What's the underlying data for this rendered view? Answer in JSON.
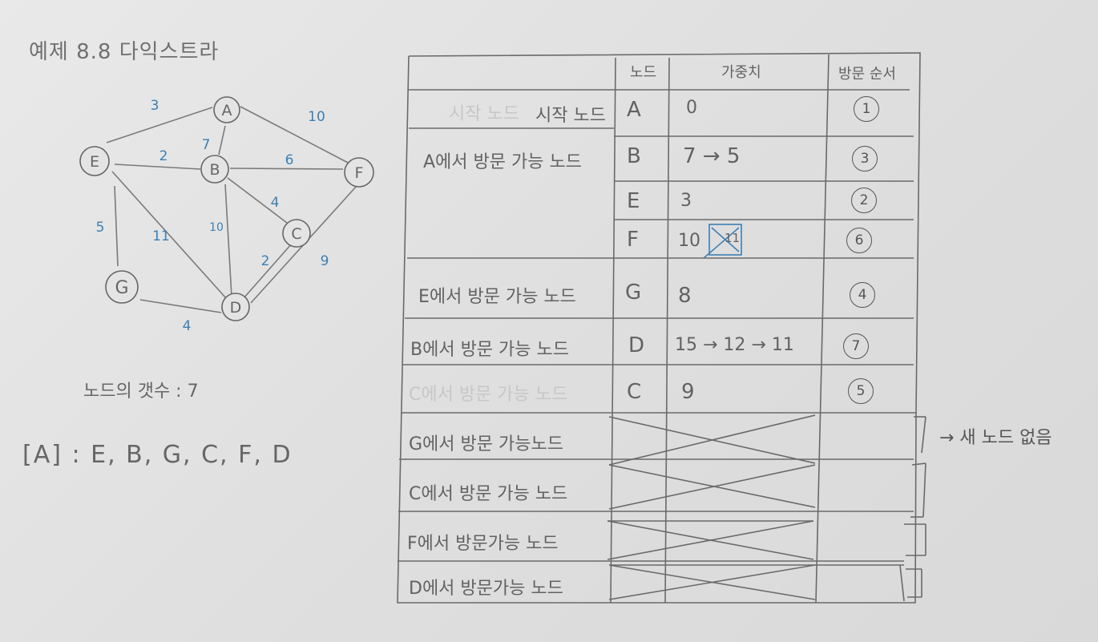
{
  "title": "예제 8.8 다익스트라",
  "graph": {
    "nodes": [
      {
        "id": "A",
        "label": "A"
      },
      {
        "id": "B",
        "label": "B"
      },
      {
        "id": "C",
        "label": "C"
      },
      {
        "id": "D",
        "label": "D"
      },
      {
        "id": "E",
        "label": "E"
      },
      {
        "id": "F",
        "label": "F"
      },
      {
        "id": "G",
        "label": "G"
      }
    ],
    "edges": [
      {
        "from": "E",
        "to": "A",
        "weight": "3"
      },
      {
        "from": "A",
        "to": "F",
        "weight": "10"
      },
      {
        "from": "A",
        "to": "B",
        "weight": "7"
      },
      {
        "from": "E",
        "to": "B",
        "weight": "2"
      },
      {
        "from": "B",
        "to": "F",
        "weight": "6"
      },
      {
        "from": "B",
        "to": "C",
        "weight": "4"
      },
      {
        "from": "E",
        "to": "G",
        "weight": "5"
      },
      {
        "from": "E",
        "to": "D",
        "weight": "11"
      },
      {
        "from": "B",
        "to": "D",
        "weight": "10"
      },
      {
        "from": "C",
        "to": "D",
        "weight": "2"
      },
      {
        "from": "F",
        "to": "D",
        "weight": "9"
      },
      {
        "from": "G",
        "to": "D",
        "weight": "4"
      }
    ]
  },
  "node_count": "노드의 갯수 : 7",
  "adjacency": "[A] : E, B, G, C, F, D",
  "table": {
    "headers": {
      "node": "노드",
      "weight": "가중치",
      "order": "방문 순서"
    },
    "rows": [
      {
        "desc": "시작 노드",
        "desc_faded": "시작 노드",
        "node": "A",
        "weight": "0",
        "order": "1"
      },
      {
        "desc": "A에서 방문 가능 노드",
        "node": "B",
        "weight": "7 → 5",
        "order": "3"
      },
      {
        "desc": "",
        "node": "E",
        "weight": "3",
        "order": "2"
      },
      {
        "desc": "",
        "node": "F",
        "weight": "10",
        "weight_crossed": "11",
        "order": "6"
      },
      {
        "desc": "E에서 방문 가능 노드",
        "node": "G",
        "weight": "8",
        "order": "4"
      },
      {
        "desc": "B에서 방문 가능 노드",
        "node": "D",
        "weight": "15 → 12 → 11",
        "order": "7"
      },
      {
        "desc": "C에서 방문 가능 노드",
        "node": "C",
        "weight": "9",
        "order": "5"
      },
      {
        "desc": "G에서 방문 가능노드",
        "node": "",
        "weight": "",
        "order": ""
      },
      {
        "desc": "C에서 방문 가능 노드",
        "node": "",
        "weight": "",
        "order": ""
      },
      {
        "desc": "F에서 방문가능 노드",
        "node": "",
        "weight": "",
        "order": ""
      },
      {
        "desc": "D에서 방문가능 노드",
        "node": "",
        "weight": "",
        "order": ""
      }
    ]
  },
  "side_note": "→ 새 노드 없음"
}
